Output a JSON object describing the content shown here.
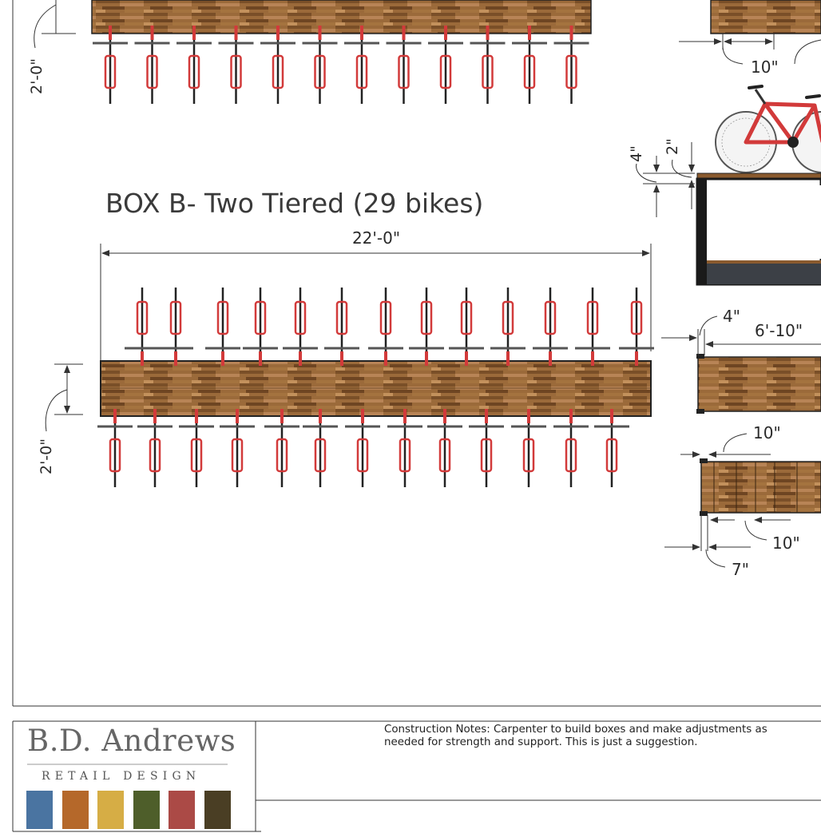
{
  "drawing": {
    "box_b_title": "BOX B- Two Tiered (29 bikes)",
    "box_b_length": "22'-0\"",
    "box_b_height": "2'-0\"",
    "box_a_height": "2'-0\"",
    "detail_dims": {
      "top_spacing": "10\"",
      "side_4": "4\"",
      "side_2": "2\"",
      "offset_4": "4\"",
      "depth": "6'-10\"",
      "slat_10_top": "10\"",
      "slat_10_bottom": "10\"",
      "edge_7": "7\""
    }
  },
  "title_block": {
    "company_name": "B.D. Andrews",
    "company_subtitle": "RETAIL DESIGN",
    "construction_notes": "Construction Notes: Carpenter to build boxes and make adjustments as needed for strength and support. This is just a suggestion.",
    "swatch_colors": [
      "#4a74a1",
      "#b5682a",
      "#d6ad45",
      "#4e5e2a",
      "#ab4a46",
      "#4a3e24"
    ]
  },
  "colors": {
    "wood": "#8a5a2e",
    "bike_red": "#d23a3a",
    "frame_black": "#1a1a1a"
  }
}
